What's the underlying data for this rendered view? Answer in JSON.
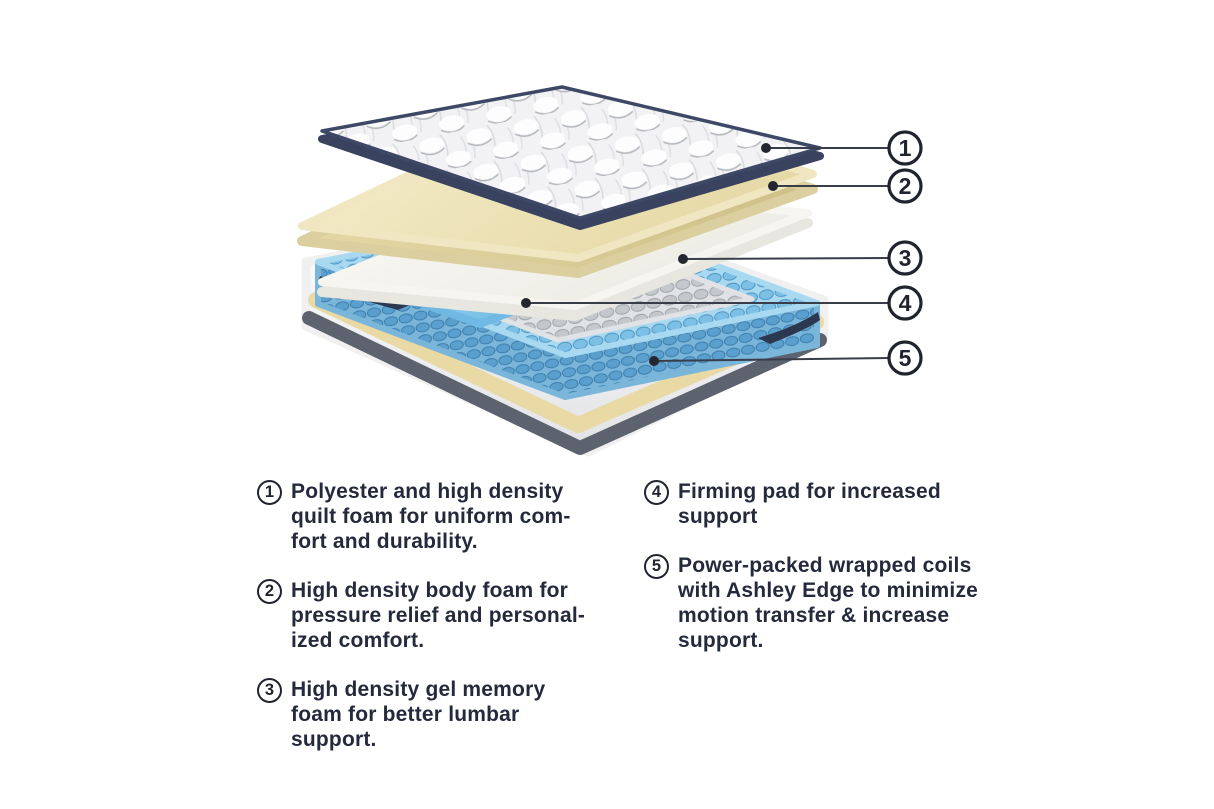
{
  "diagram": {
    "callouts": [
      {
        "num": "1"
      },
      {
        "num": "2"
      },
      {
        "num": "3"
      },
      {
        "num": "4"
      },
      {
        "num": "5"
      }
    ]
  },
  "legend": {
    "columns": [
      {
        "items": [
          {
            "num": "1",
            "lines": [
              "Polyester and high density",
              "quilt foam for uniform com-",
              "fort and durability."
            ]
          },
          {
            "num": "2",
            "lines": [
              "High density body foam for",
              "pressure relief and personal-",
              "ized comfort."
            ]
          },
          {
            "num": "3",
            "lines": [
              "High density gel memory",
              "foam for better lumbar",
              "support."
            ]
          }
        ]
      },
      {
        "items": [
          {
            "num": "4",
            "lines": [
              "Firming pad for increased",
              "support"
            ]
          },
          {
            "num": "5",
            "lines": [
              "Power-packed wrapped coils",
              "with Ashley Edge to minimize",
              "motion transfer & increase",
              "support."
            ]
          }
        ]
      }
    ]
  },
  "colors": {
    "text": "#242a3c",
    "quilt_piping_navy": "#39425e",
    "body_foam_cream": "#eee3b6",
    "memory_foam_white": "#f4f2ea",
    "coil_blue": "#7cc0e6",
    "coil_gray": "#c4c8cd",
    "firming_pad_blue": "#5fb0e0",
    "base_bottom_gray": "#5c636e"
  }
}
